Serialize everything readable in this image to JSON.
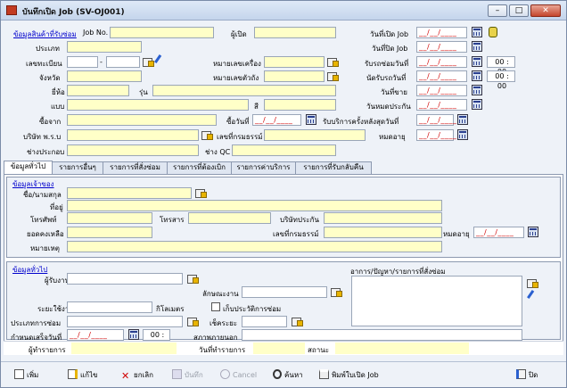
{
  "window": {
    "title": "บันทึกเปิด Job (SV-OJ001)",
    "controls": {
      "min": "–",
      "max": "□",
      "close": "✕"
    },
    "accent": "#0000cc"
  },
  "header": {
    "section_link": "ข้อมูลสินค้าที่รับซ่อม",
    "job_no_label": "Job No.",
    "job_no": "",
    "opener_label": "ผู้เปิด",
    "opener": "",
    "type_label": "ประเภท",
    "reg_no_label": "เลขทะเบียน",
    "reg_dash": "-",
    "engine_no_label": "หมายเลขเครื่อง",
    "province_label": "จังหวัด",
    "chassis_no_label": "หมายเลขตัวถัง",
    "brand_label": "ยี่ห้อ",
    "model_label": "รุ่น",
    "series_label": "แบบ",
    "color_label": "สี",
    "bought_from_label": "ซื้อจาก",
    "bought_date_label": "ซื้อวันที่",
    "bought_date": "__/__/____",
    "last_service_label": "รับบริการครั้งหลังสุดวันที่",
    "last_service_date": "__/__/____",
    "insurer_label": "บริษัท พ.ร.บ",
    "policy_label": "เลขที่กรมธรรม์",
    "expire_label": "หมดอายุ",
    "technician_label": "ช่างประกอบ",
    "qc_label": "ช่าง QC",
    "open_date_label": "วันที่เปิด Job",
    "open_date": "__/__/____",
    "close_date_label": "วันที่ปิด Job",
    "close_date": "__/__/____",
    "receive_date_label": "รับรถซ่อมวันที่",
    "receive_date": "__/__/____",
    "appoint_date_label": "นัดรับรถวันที่",
    "appoint_date": "__/__/____",
    "receive_time": "00 : 00",
    "appoint_time": "00 : 00",
    "sale_date_label": "วันที่ขาย",
    "sale_date": "__/__/____",
    "warranty_label": "วันหมดประกัน",
    "warranty_date": "__/__/____",
    "expire_date": "__/__/____"
  },
  "tabs": [
    {
      "label": "ข้อมูลทั่วไป"
    },
    {
      "label": "รายการอื่นๆ"
    },
    {
      "label": "รายการที่สั่งซ่อม"
    },
    {
      "label": "รายการที่ต้องเบิก"
    },
    {
      "label": "รายการค่าบริการ"
    },
    {
      "label": "รายการที่รับกลับคืน"
    }
  ],
  "owner": {
    "section_link": "ข้อมูลเจ้าของ",
    "name_label": "ชื่อ/นามสกุล",
    "address_label": "ที่อยู่",
    "phone_label": "โทรศัพท์",
    "fax_label": "โทรสาร",
    "insurer_label": "บริษัทประกัน",
    "balance_label": "ยอดคงเหลือ",
    "policy_label": "เลขที่กรมธรรม์",
    "expire_label": "หมดอายุ",
    "expire_date": "__/__/____",
    "note_label": "หมายเหตุ"
  },
  "general": {
    "section_link": "ข้อมูลทั่วไป",
    "receiver_label": "ผู้รับงาน",
    "symptom_label": "ลักษณะงาน",
    "distance_label": "ระยะใช้งาน",
    "distance_unit": "กิโลเมตร",
    "keep_history_label": "เก็บประวัติการซ่อม",
    "repair_type_label": "ประเภทการซ่อม",
    "check_distance_label": "เช็คระยะ",
    "due_date_label": "กำหนดเสร็จวันที่",
    "due_date": "__/__/____",
    "due_time": "00 : 00",
    "outside_label": "สภาพภายนอก",
    "problem_label": "อาการ/ปัญหา/รายการที่สั่งซ่อม"
  },
  "status": {
    "recorder_label": "ผู้ทำรายการ",
    "recorded_date_label": "วันที่ทำรายการ",
    "state_label": "สถานะ"
  },
  "toolbar": {
    "add": "เพิ่ม",
    "edit": "แก้ไข",
    "cancel_doc": "ยกเลิก",
    "save": "บันทึก",
    "cancel": "Cancel",
    "search": "ค้นหา",
    "print": "พิมพ์ใบเปิด Job",
    "close": "ปิด"
  }
}
